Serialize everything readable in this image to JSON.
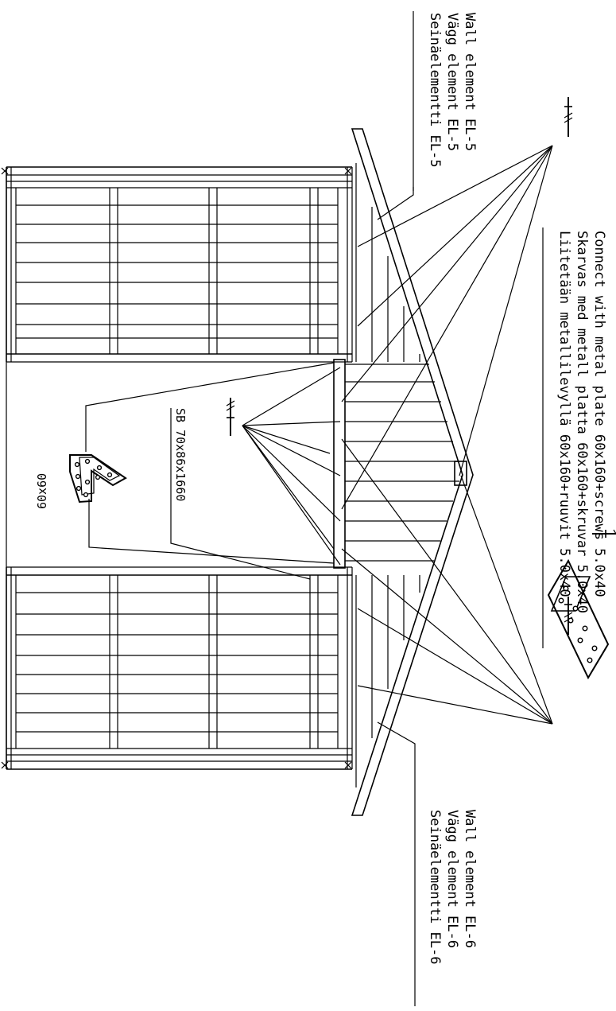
{
  "labels": {
    "el5": [
      "Wall element  EL-5",
      "Vägg element EL-5",
      "Seinäelementti EL-5"
    ],
    "connect": [
      "Connect with metal plate 60x160+screws 5.0x40",
      "Skarvas med metall platta 60x160+skruvar 5.0x40",
      "Liitetään metallilevyllä 60x160+ruuvit 5.0x40"
    ],
    "el6": [
      "Wall element  EL-6",
      "Vägg element EL-6",
      "Seinäelementti EL-6"
    ],
    "beam": "SB 70x86x1660",
    "bracket": "60x60"
  }
}
